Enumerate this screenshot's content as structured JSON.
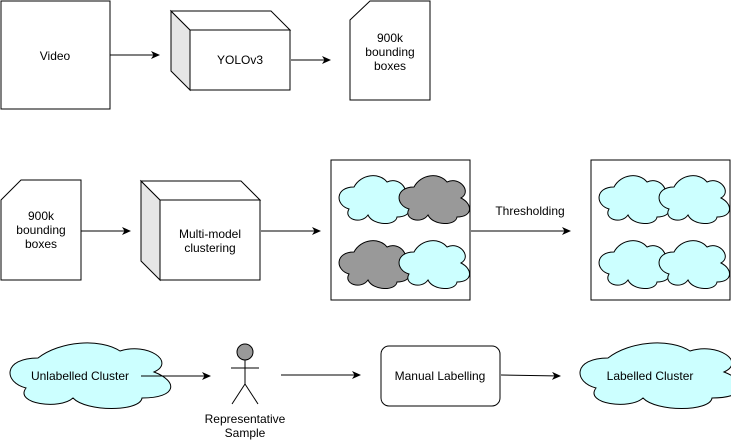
{
  "diagram": {
    "video_label": "Video",
    "yolo_label": "YOLOv3",
    "bbox_doc_top": [
      "900k",
      "bounding",
      "boxes"
    ],
    "bbox_doc_mid": [
      "900k",
      "bounding",
      "boxes"
    ],
    "clustering_label": [
      "Multi-model",
      "clustering"
    ],
    "thresholding_label": "Thresholding",
    "unlabelled_cluster_label": "Unlabelled Cluster",
    "representative_sample_label": [
      "Representative",
      "Sample"
    ],
    "manual_labelling_label": "Manual Labelling",
    "labelled_cluster_label": "Labelled Cluster",
    "colors": {
      "stroke": "#000000",
      "cloud_cyan": "#ccffff",
      "cloud_gray": "#999999",
      "cube_side": "#e6e6e6",
      "actor_head": "#999999",
      "background": "#ffffff"
    }
  }
}
